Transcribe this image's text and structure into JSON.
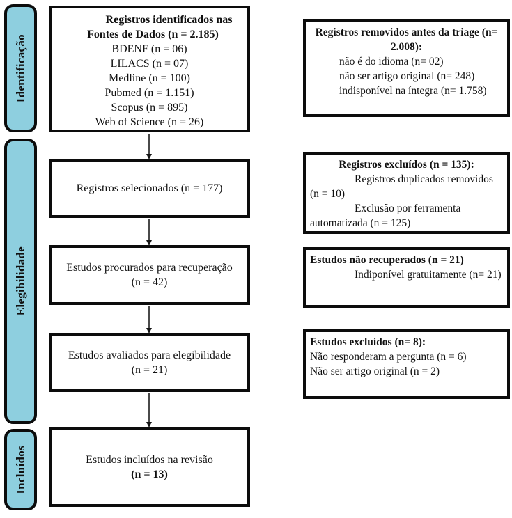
{
  "stages": [
    {
      "label": "Identificação"
    },
    {
      "label": "Elegibilidade"
    },
    {
      "label": "Incluídos"
    }
  ],
  "flow": {
    "box1": {
      "bold1": "Registros identificados nas",
      "bold2": "Fontes de Dados (n = 2.185)",
      "lines": [
        "BDENF (n = 06)",
        "LILACS (n = 07)",
        "Medline (n = 100)",
        "Pubmed (n = 1.151)",
        "Scopus (n = 895)",
        "Web of Science (n = 26)"
      ]
    },
    "box2": {
      "line1": "Registros selecionados (n = 177)"
    },
    "box3": {
      "line1": "Estudos procurados para recuperação",
      "line2": "(n = 42)"
    },
    "box4": {
      "line1": "Estudos avaliados para elegibilidade",
      "line2": "(n = 21)"
    },
    "box5": {
      "line1": "Estudos incluídos na revisão",
      "bold2": "(n = 13)"
    }
  },
  "side": {
    "box1": {
      "title": "Registros removidos antes da triage (n= 2.008):",
      "items": [
        "não é do idioma (n= 02)",
        "não ser artigo original (n= 248)",
        "indisponível na íntegra (n= 1.758)"
      ]
    },
    "box2": {
      "title": "Registros excluídos (n = 135):",
      "items": [
        "Registros duplicados removidos (n = 10)",
        "Exclusão por ferramenta automatizada (n = 125)"
      ]
    },
    "box3": {
      "title": "Estudos não recuperados (n = 21)",
      "items": [
        "Indiponível gratuitamente (n= 21)"
      ]
    },
    "box4": {
      "title": "Estudos excluídos (n= 8):",
      "items": [
        "Não responderam a pergunta (n = 6)",
        "Não ser artigo original (n = 2)"
      ]
    }
  },
  "colors": {
    "stage_fill": "#8ecfdf",
    "border": "#0c0c0c",
    "background": "#ffffff"
  }
}
